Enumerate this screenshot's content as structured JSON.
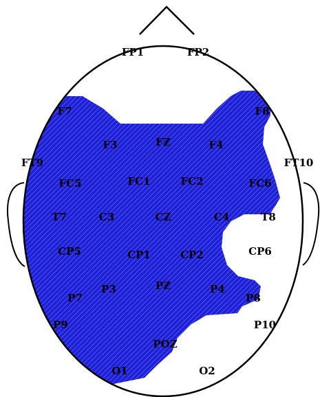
{
  "colors": {
    "region_fill": "#1f1fd6",
    "region_hatch": "#5a6cff",
    "outline": "#000000",
    "background": "#ffffff"
  },
  "electrodes": [
    {
      "id": "fp1",
      "label": "FP1"
    },
    {
      "id": "fp2",
      "label": "FP2"
    },
    {
      "id": "f7",
      "label": "F7"
    },
    {
      "id": "f8",
      "label": "F8"
    },
    {
      "id": "f3",
      "label": "F3"
    },
    {
      "id": "fz",
      "label": "FZ"
    },
    {
      "id": "f4",
      "label": "F4"
    },
    {
      "id": "ft9",
      "label": "FT9"
    },
    {
      "id": "ft10",
      "label": "FT10"
    },
    {
      "id": "fc5",
      "label": "FC5"
    },
    {
      "id": "fc1",
      "label": "FC1"
    },
    {
      "id": "fc2",
      "label": "FC2"
    },
    {
      "id": "fc6",
      "label": "FC6"
    },
    {
      "id": "t7",
      "label": "T7"
    },
    {
      "id": "c3",
      "label": "C3"
    },
    {
      "id": "cz",
      "label": "CZ"
    },
    {
      "id": "c4",
      "label": "C4"
    },
    {
      "id": "t8",
      "label": "T8"
    },
    {
      "id": "cp5",
      "label": "CP5"
    },
    {
      "id": "cp1",
      "label": "CP1"
    },
    {
      "id": "cp2",
      "label": "CP2"
    },
    {
      "id": "cp6",
      "label": "CP6"
    },
    {
      "id": "p7",
      "label": "P7"
    },
    {
      "id": "p3",
      "label": "P3"
    },
    {
      "id": "pz",
      "label": "PZ"
    },
    {
      "id": "p4",
      "label": "P4"
    },
    {
      "id": "p8",
      "label": "P8"
    },
    {
      "id": "p9",
      "label": "P9"
    },
    {
      "id": "p10",
      "label": "P10"
    },
    {
      "id": "poz",
      "label": "POZ"
    },
    {
      "id": "o1",
      "label": "O1"
    },
    {
      "id": "o2",
      "label": "O2"
    }
  ]
}
